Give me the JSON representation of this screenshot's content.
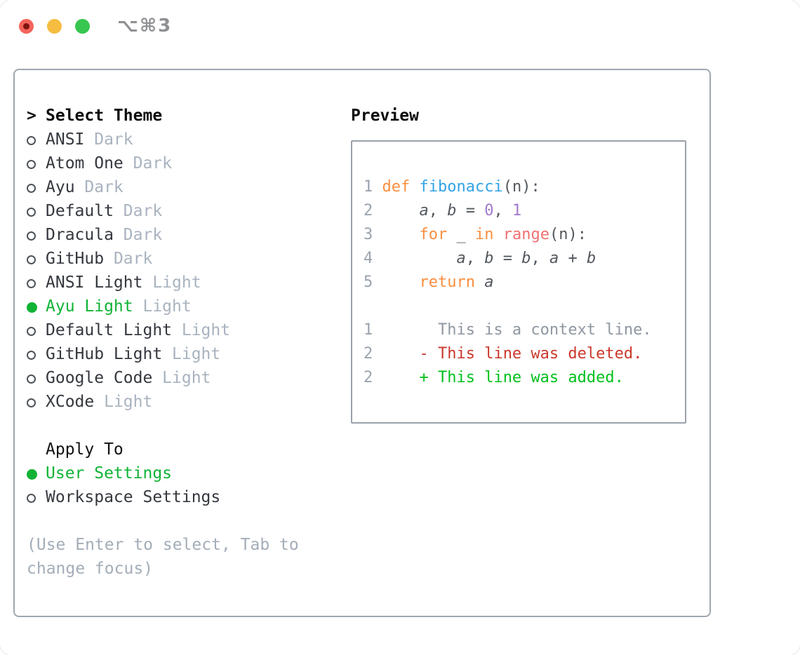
{
  "titlebar": {
    "shortcut_label": "⌥⌘3",
    "traffic_lights": {
      "red": "#f4635b",
      "red_dot": "#7e150f",
      "yellow": "#f6bd40",
      "green": "#37c64f"
    }
  },
  "colors": {
    "accent_green": "#11b335",
    "frame_border": "#9ea6b0",
    "muted_gray": "#a9b3bf",
    "keyword_orange": "#f98e3f",
    "function_blue": "#32a3e6",
    "number_purple": "#a37acc",
    "special_coral": "#f07171",
    "deleted_red": "#c9392b",
    "added_green": "#00c01c"
  },
  "theme_panel": {
    "marker": ">",
    "title": "Select Theme",
    "items": [
      {
        "name": "ANSI",
        "variant": "Dark",
        "selected": false
      },
      {
        "name": "Atom One",
        "variant": "Dark",
        "selected": false
      },
      {
        "name": "Ayu",
        "variant": "Dark",
        "selected": false
      },
      {
        "name": "Default",
        "variant": "Dark",
        "selected": false
      },
      {
        "name": "Dracula",
        "variant": "Dark",
        "selected": false
      },
      {
        "name": "GitHub",
        "variant": "Dark",
        "selected": false
      },
      {
        "name": "ANSI Light",
        "variant": "Light",
        "selected": false
      },
      {
        "name": "Ayu Light",
        "variant": "Light",
        "selected": true
      },
      {
        "name": "Default Light",
        "variant": "Light",
        "selected": false
      },
      {
        "name": "GitHub Light",
        "variant": "Light",
        "selected": false
      },
      {
        "name": "Google Code",
        "variant": "Light",
        "selected": false
      },
      {
        "name": "XCode",
        "variant": "Light",
        "selected": false
      }
    ],
    "apply_to": {
      "title": "Apply To",
      "options": [
        {
          "label": "User Settings",
          "selected": true
        },
        {
          "label": "Workspace Settings",
          "selected": false
        }
      ]
    },
    "hint_lines": [
      "(Use Enter to select, Tab to",
      "change focus)"
    ]
  },
  "preview_panel": {
    "title": "Preview",
    "lines": [
      {
        "no": "1",
        "tokens": [
          {
            "t": " ",
            "c": "code"
          },
          {
            "t": "def ",
            "c": "kw"
          },
          {
            "t": "fibonacci",
            "c": "fn"
          },
          {
            "t": "(n):",
            "c": "code"
          }
        ]
      },
      {
        "no": "2",
        "tokens": [
          {
            "t": "     ",
            "c": "code"
          },
          {
            "t": "a",
            "c": "var"
          },
          {
            "t": ", ",
            "c": "code"
          },
          {
            "t": "b",
            "c": "var"
          },
          {
            "t": " = ",
            "c": "code"
          },
          {
            "t": "0",
            "c": "num"
          },
          {
            "t": ", ",
            "c": "code"
          },
          {
            "t": "1",
            "c": "num"
          }
        ]
      },
      {
        "no": "3",
        "tokens": [
          {
            "t": "     ",
            "c": "code"
          },
          {
            "t": "for ",
            "c": "kw"
          },
          {
            "t": "_ ",
            "c": "code"
          },
          {
            "t": "in ",
            "c": "kw"
          },
          {
            "t": "range",
            "c": "special"
          },
          {
            "t": "(n):",
            "c": "code"
          }
        ]
      },
      {
        "no": "4",
        "tokens": [
          {
            "t": "         ",
            "c": "code"
          },
          {
            "t": "a",
            "c": "var"
          },
          {
            "t": ", ",
            "c": "code"
          },
          {
            "t": "b",
            "c": "var"
          },
          {
            "t": " = ",
            "c": "code"
          },
          {
            "t": "b",
            "c": "var"
          },
          {
            "t": ", ",
            "c": "code"
          },
          {
            "t": "a",
            "c": "var"
          },
          {
            "t": " + ",
            "c": "code"
          },
          {
            "t": "b",
            "c": "var"
          }
        ]
      },
      {
        "no": "5",
        "tokens": [
          {
            "t": "     ",
            "c": "code"
          },
          {
            "t": "return ",
            "c": "kw"
          },
          {
            "t": "a",
            "c": "var"
          }
        ]
      },
      {
        "no": "",
        "tokens": []
      },
      {
        "no": "1",
        "tokens": [
          {
            "t": "       This is a context line.",
            "c": "ctx"
          }
        ]
      },
      {
        "no": "2",
        "tokens": [
          {
            "t": "     ",
            "c": "code"
          },
          {
            "t": "- This line was deleted.",
            "c": "del"
          }
        ]
      },
      {
        "no": "2",
        "tokens": [
          {
            "t": "     ",
            "c": "code"
          },
          {
            "t": "+ This line was added.",
            "c": "add"
          }
        ]
      }
    ]
  }
}
